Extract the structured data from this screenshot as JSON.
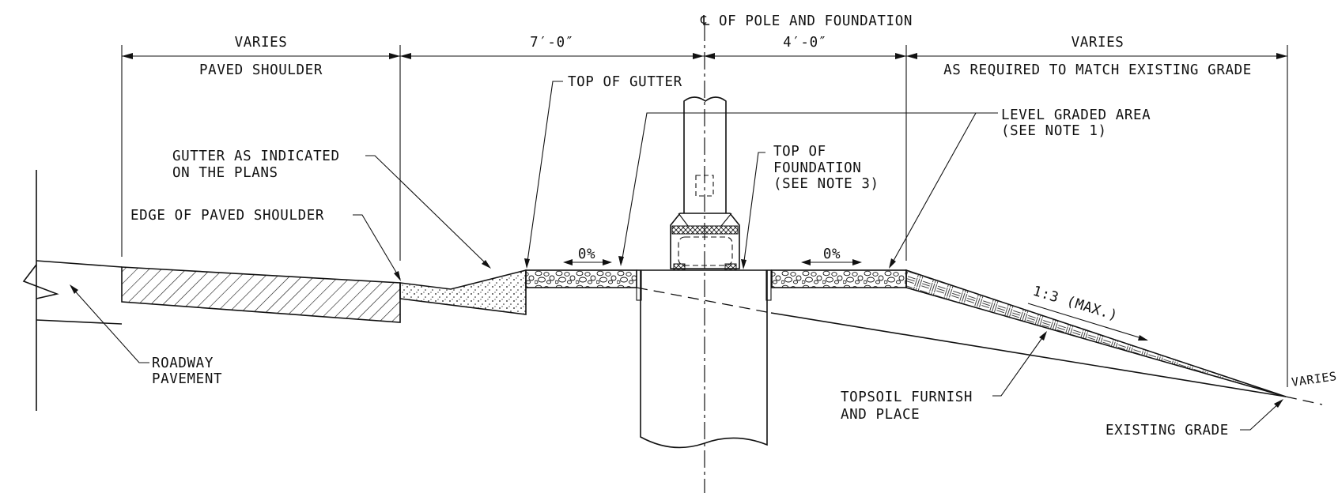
{
  "labels": {
    "centerline": "℄ OF POLE AND FOUNDATION",
    "dim_varies_left": "VARIES",
    "paved_shoulder": "PAVED SHOULDER",
    "dim_7ft": "7′-0″",
    "dim_4ft": "4′-0″",
    "dim_varies_right": "VARIES",
    "match_grade": "AS REQUIRED TO MATCH EXISTING GRADE",
    "top_of_gutter": "TOP OF GUTTER",
    "level_graded_1": "LEVEL GRADED AREA",
    "level_graded_2": "(SEE NOTE 1)",
    "gutter_1": "GUTTER AS INDICATED",
    "gutter_2": "ON THE PLANS",
    "top_found_1": "TOP OF",
    "top_found_2": "FOUNDATION",
    "top_found_3": "(SEE NOTE 3)",
    "edge_paved": "EDGE OF PAVED SHOULDER",
    "slope_left": "0%",
    "slope_right": "0%",
    "side_slope": "1:3 (MAX.)",
    "roadway_1": "ROADWAY",
    "roadway_2": "PAVEMENT",
    "topsoil_1": "TOPSOIL FURNISH",
    "topsoil_2": "AND PLACE",
    "varies_small": "VARIES",
    "existing_grade": "EXISTING GRADE"
  }
}
